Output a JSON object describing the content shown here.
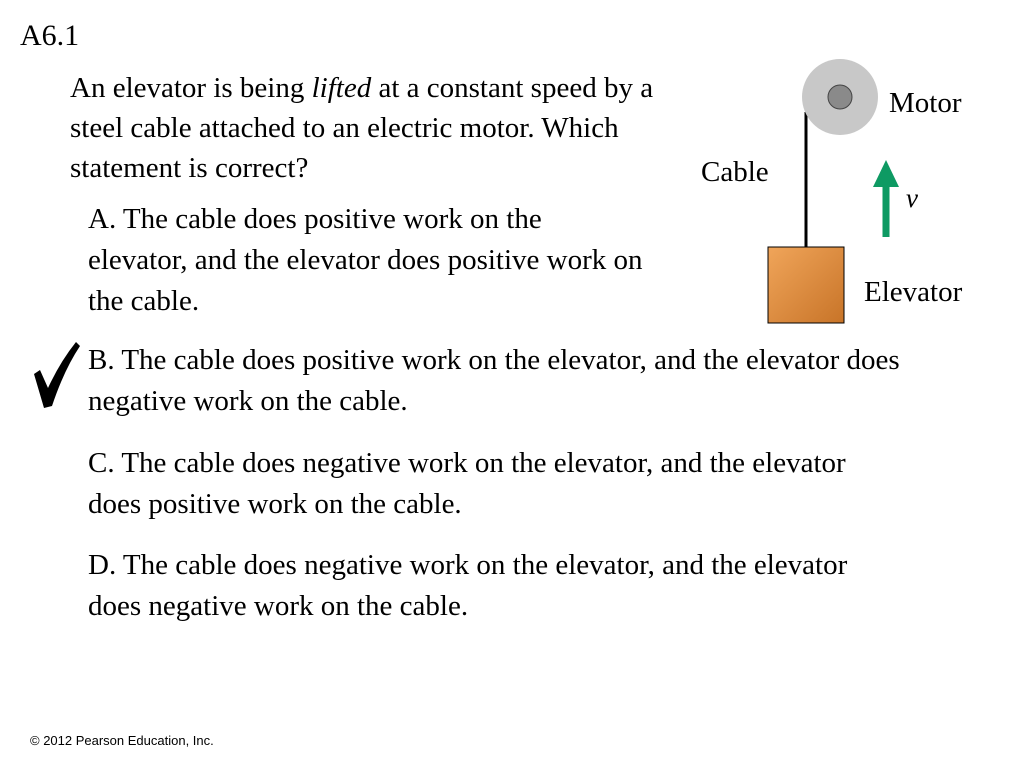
{
  "slide": {
    "number": "A6.1"
  },
  "question": {
    "text_before": "An elevator is being ",
    "emphasis": "lifted",
    "text_after": " at a constant speed by a steel cable attached to an electric motor. Which statement is correct?"
  },
  "options": [
    {
      "text": "A. The cable does positive work on the elevator, and the elevator does positive work on the cable."
    },
    {
      "text": "B. The cable does positive work on the elevator, and the elevator does negative work on the cable."
    },
    {
      "text": "C. The cable does negative work on the elevator, and the elevator does positive work on the cable."
    },
    {
      "text": "D. The cable does negative work on the elevator, and the elevator does negative work on the cable."
    }
  ],
  "correct_answer": "B",
  "diagram": {
    "motor_label": "Motor",
    "cable_label": "Cable",
    "elevator_label": "Elevator",
    "velocity_label": "v",
    "colors": {
      "motor": "#c8c8c8",
      "motor_hub": "#8a8a8a",
      "elevator_light": "#f0a55a",
      "elevator_dark": "#c87428",
      "arrow": "#0e9a63"
    }
  },
  "footer": {
    "copyright": "© 2012 Pearson Education, Inc."
  }
}
